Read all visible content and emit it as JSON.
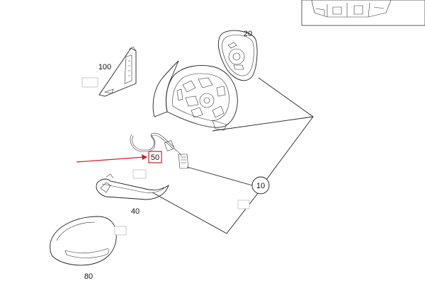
{
  "diagram": {
    "parts": [
      {
        "id": "p20",
        "label": "20",
        "name": "mirror-glass"
      },
      {
        "id": "p100",
        "label": "100",
        "name": "trim-cover"
      },
      {
        "id": "p50",
        "label": "50",
        "name": "wiring-harness",
        "highlighted": true
      },
      {
        "id": "p10",
        "label": "10",
        "name": "mirror-assembly"
      },
      {
        "id": "p40",
        "label": "40",
        "name": "turn-signal-lamp"
      },
      {
        "id": "p80",
        "label": "80",
        "name": "mirror-cap"
      }
    ],
    "colors": {
      "line": "#222222",
      "highlight": "#d42020",
      "placeholder": "#bdbdbd"
    }
  }
}
